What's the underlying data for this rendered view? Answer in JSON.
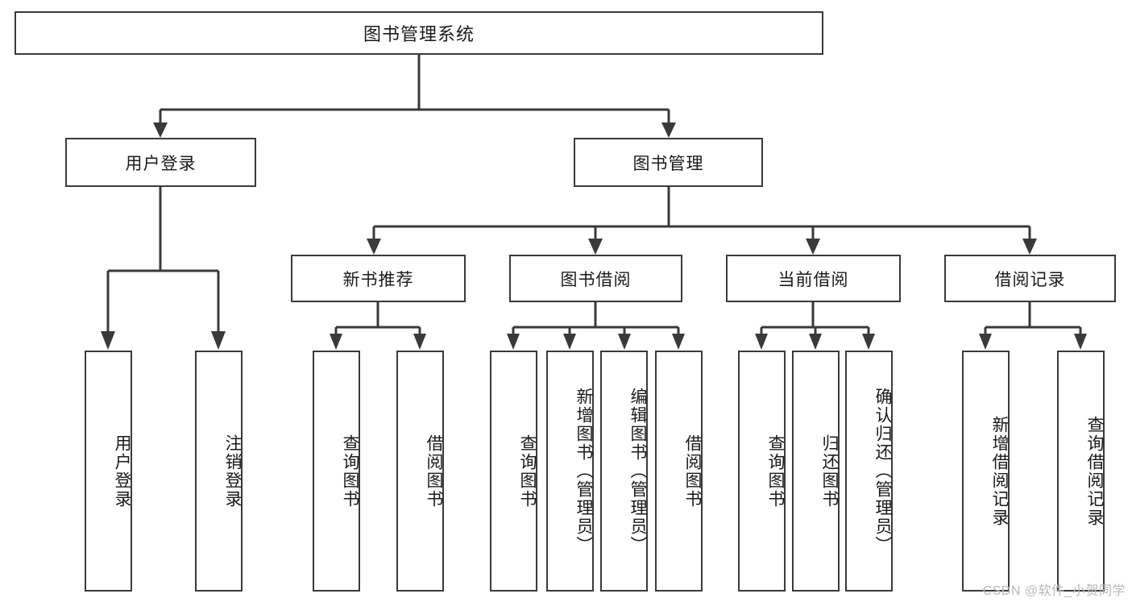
{
  "diagram": {
    "title": "图书管理系统",
    "watermark": "CSDN @软件_小贺同学",
    "line_color": "#3a3a3a",
    "box_fill": "#ffffff",
    "text_color": "#1a1a1a",
    "watermark_color": "#b9b9b9",
    "levels": {
      "root": {
        "label": "图书管理系统"
      },
      "level2": [
        {
          "label": "用户登录"
        },
        {
          "label": "图书管理"
        }
      ],
      "level3": [
        {
          "label": "新书推荐"
        },
        {
          "label": "图书借阅"
        },
        {
          "label": "当前借阅"
        },
        {
          "label": "借阅记录"
        }
      ],
      "leaves": {
        "user_login": [
          {
            "label": "用户登录"
          },
          {
            "label": "注销登录"
          }
        ],
        "new_book_recommend": [
          {
            "label": "查询图书"
          },
          {
            "label": "借阅图书"
          }
        ],
        "book_borrow": [
          {
            "label": "查询图书"
          },
          {
            "label": "新增图书（管理员）"
          },
          {
            "label": "编辑图书（管理员）"
          },
          {
            "label": "借阅图书"
          }
        ],
        "current_borrow": [
          {
            "label": "查询图书"
          },
          {
            "label": "归还图书"
          },
          {
            "label": "确认归还（管理员）"
          }
        ],
        "borrow_record": [
          {
            "label": "新增借阅记录"
          },
          {
            "label": "查询借阅记录"
          }
        ]
      }
    }
  }
}
